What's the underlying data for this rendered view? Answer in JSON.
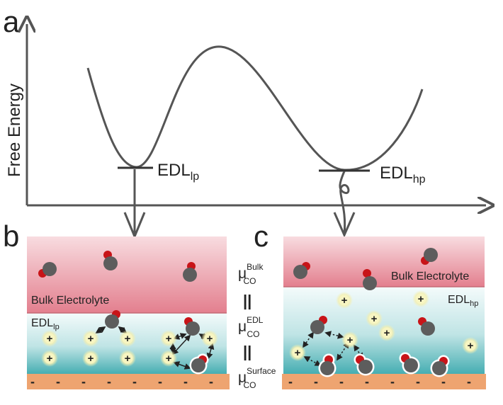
{
  "panels": {
    "a": "a",
    "b": "b",
    "c": "c"
  },
  "axis": {
    "ylabel": "Free Energy"
  },
  "wells": {
    "left": {
      "main": "EDL",
      "sub": "lp"
    },
    "right": {
      "main": "EDL",
      "sub": "hp"
    }
  },
  "panel_b": {
    "bulk_label": "Bulk Electrolyte",
    "edl_main": "EDL",
    "edl_sub": "lp",
    "plus": "+",
    "minus": "-"
  },
  "panel_c": {
    "bulk_label": "Bulk Electrolyte",
    "edl_main": "EDL",
    "edl_sub": "hp",
    "plus": "+",
    "minus": "-"
  },
  "equation": {
    "mu": "μ",
    "co": "CO",
    "bulk_sup": "Bulk",
    "edl_sup": "EDL",
    "surface_sup": "Surface",
    "equals": "||"
  },
  "colors": {
    "bulk_top": "#f6d3d8",
    "bulk_bottom": "#e58b98",
    "edl_top": "#f2fafa",
    "edl_bottom": "#4fb2b6",
    "electrode": "#eea470",
    "co_carbon": "#5d5d5d",
    "co_oxygen": "#c81418",
    "cation": "#f7f5c2",
    "curve": "#555555"
  }
}
